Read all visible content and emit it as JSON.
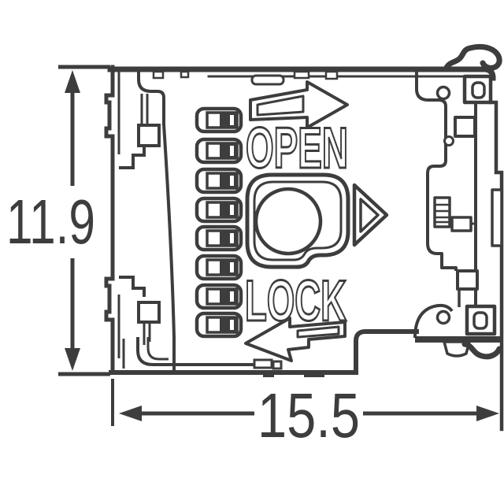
{
  "figure": {
    "type": "technical-line-drawing",
    "component": "micro memory-card connector, top view with hinged lid markings",
    "stroke_color": "#3d3d3d",
    "background_color": "#ffffff",
    "contact_count": 8
  },
  "markings": {
    "open_label": "OPEN",
    "lock_label": "LOCK"
  },
  "icons": {
    "open_direction": "arrow-right",
    "lock_direction": "arrow-left",
    "eject_marker": "triangle-right"
  },
  "dimensions": {
    "height_mm": "11.9",
    "width_mm": "15.5"
  }
}
